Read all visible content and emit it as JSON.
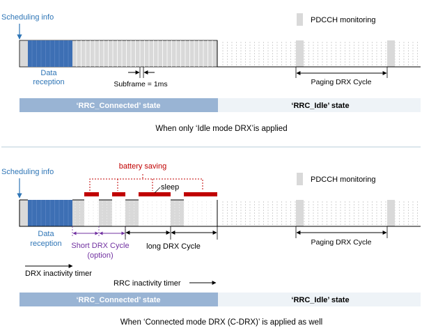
{
  "colors": {
    "data_block": "#3d6fb4",
    "monitor": "#d9d9d9",
    "monitor_stroke": "#bfbfbf",
    "connected_bar": "#99b4d4",
    "idle_bar": "#eef3f7",
    "red": "#c00000",
    "purple": "#7030a0",
    "blue": "#2e75b6",
    "divider": "#cfdde6"
  },
  "legend": {
    "pdcch_monitoring": "PDCCH monitoring"
  },
  "top": {
    "scheduling_info": "Scheduling info",
    "data_reception": [
      "Data",
      "reception"
    ],
    "subframe": "Subframe = 1ms",
    "paging_drx_cycle": "Paging DRX Cycle",
    "connected_state": "‘RRC_Connected’ state",
    "idle_state": "‘RRC_Idle’ state",
    "caption": "When only ‘Idle mode DRX’is applied"
  },
  "bottom": {
    "scheduling_info": "Scheduling info",
    "battery_saving": "battery saving",
    "sleep": "sleep",
    "data_reception": [
      "Data",
      "reception"
    ],
    "short_drx_cycle": [
      "Short DRX Cycle",
      "(option)"
    ],
    "long_drx_cycle": "long DRX Cycle",
    "paging_drx_cycle": "Paging DRX Cycle",
    "drx_inactivity_timer": "DRX inactivity timer",
    "rrc_inactivity_timer": "RRC inactivity timer",
    "connected_state": "‘RRC_Connected’ state",
    "idle_state": "‘RRC_Idle’ state",
    "caption": "When ‘Connected mode DRX (C-DRX)’ is applied as well"
  }
}
